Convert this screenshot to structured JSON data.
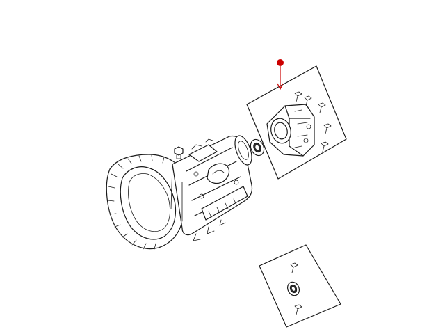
{
  "diagram": {
    "background": "#ffffff",
    "line_color": "#1a1a1a",
    "callout_color": "#cc0000",
    "callout": {
      "marker": "red-dot",
      "target": "extension-housing-kit-panel"
    },
    "parts": [
      {
        "id": "transmission-case"
      },
      {
        "id": "extension-housing"
      },
      {
        "id": "extension-seal-ring"
      },
      {
        "id": "mounting-bolt"
      },
      {
        "id": "seal-kit-panel"
      }
    ]
  }
}
